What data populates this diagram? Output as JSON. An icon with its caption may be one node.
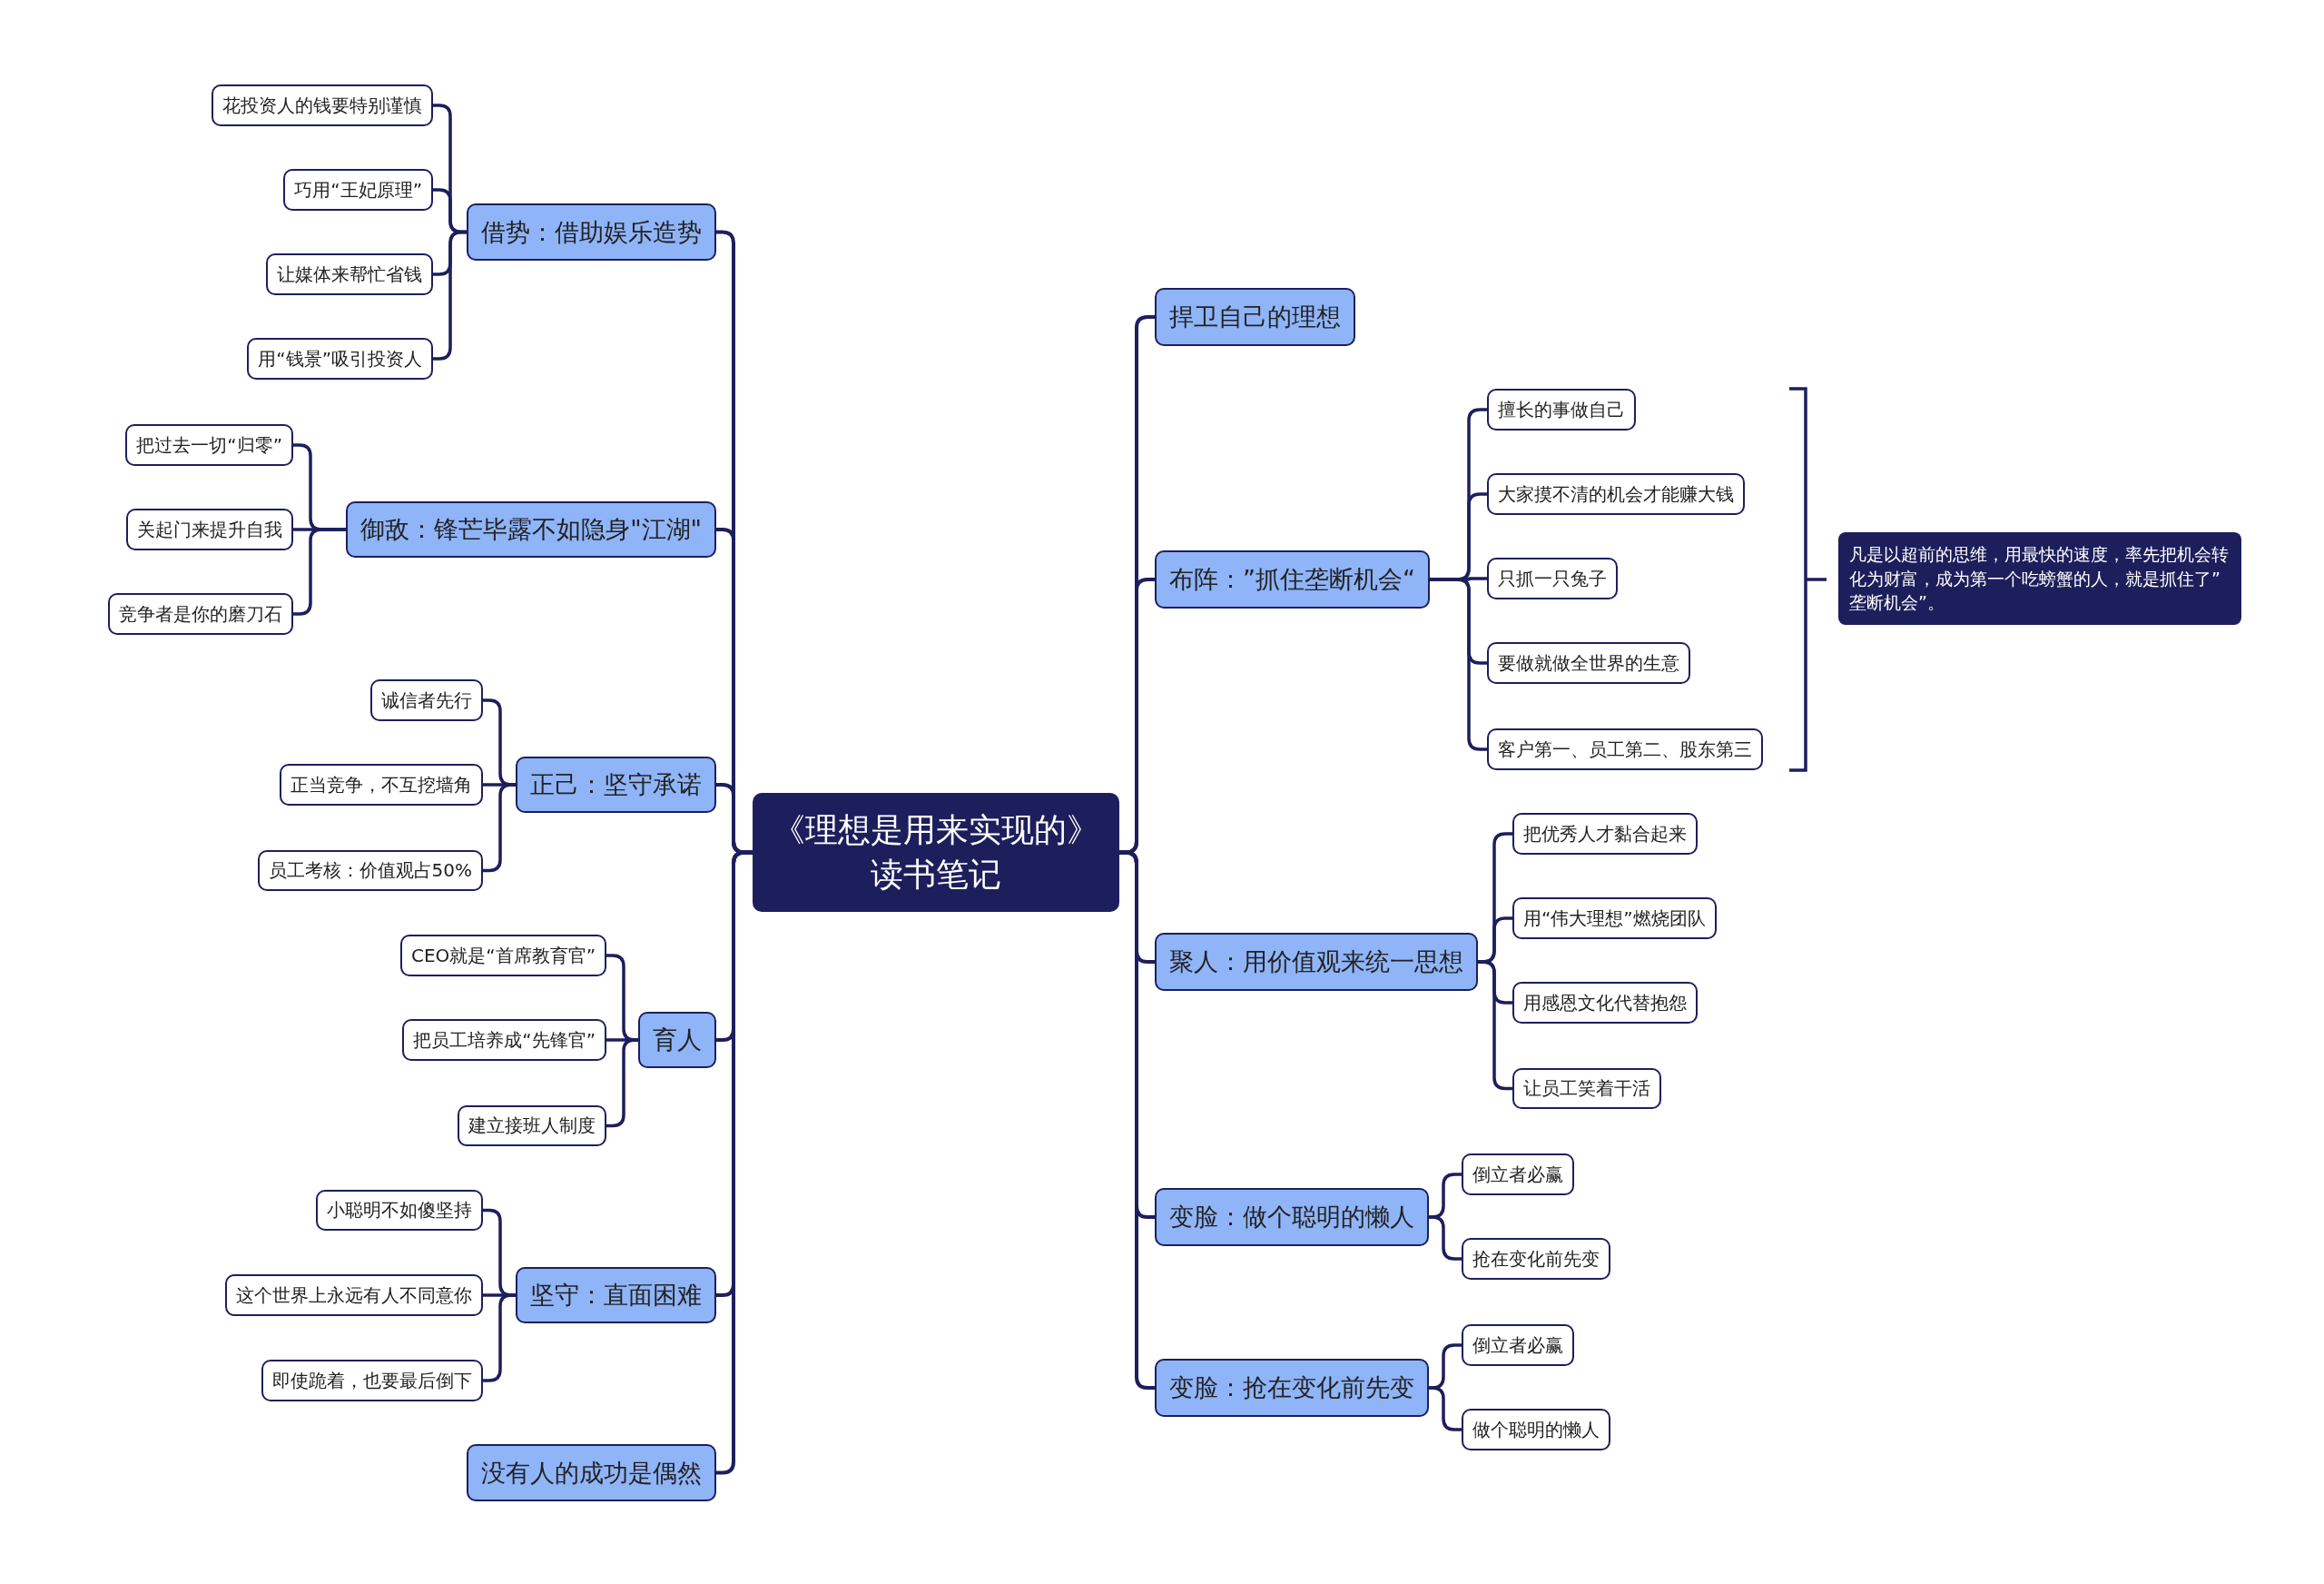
{
  "diagram": {
    "nodes": [
      {
        "text": [
          "《理想是用来实现的》读书笔记"
        ]
      },
      {
        "text": [
          "借势：借助娱乐造势"
        ]
      },
      {
        "text": [
          "花投资人的钱要特别谨慎"
        ]
      },
      {
        "text": [
          "巧用“王妃原理”"
        ]
      },
      {
        "text": [
          "让媒体来帮忙省钱"
        ]
      },
      {
        "text": [
          "用“钱景”吸引投资人"
        ]
      },
      {
        "text": [
          "御敌：锋芒毕露不如隐身\"江湖\""
        ]
      },
      {
        "text": [
          "把过去一切“归零”"
        ]
      },
      {
        "text": [
          "关起门来提升自我"
        ]
      },
      {
        "text": [
          "竞争者是你的磨刀石"
        ]
      },
      {
        "text": [
          "正己：坚守承诺"
        ]
      },
      {
        "text": [
          "诚信者先行"
        ]
      },
      {
        "text": [
          "正当竞争，不互挖墙角"
        ]
      },
      {
        "text": [
          "员工考核：价值观占50%"
        ]
      },
      {
        "text": [
          "育人"
        ]
      },
      {
        "text": [
          "CEO就是“首席教育官”"
        ]
      },
      {
        "text": [
          "把员工培养成“先锋官”"
        ]
      },
      {
        "text": [
          "建立接班人制度"
        ]
      },
      {
        "text": [
          "坚守：直面困难"
        ]
      },
      {
        "text": [
          "小聪明不如傻坚持"
        ]
      },
      {
        "text": [
          "这个世界上永远有人不同意你"
        ]
      },
      {
        "text": [
          "即使跪着，也要最后倒下"
        ]
      },
      {
        "text": [
          "没有人的成功是偶然"
        ]
      },
      {
        "text": [
          "捍卫自己的理想"
        ]
      },
      {
        "text": [
          "布阵：”抓住垄断机会“"
        ]
      },
      {
        "text": [
          "擅长的事做自己"
        ]
      },
      {
        "text": [
          "大家摸不清的机会才能赚大钱"
        ]
      },
      {
        "text": [
          "只抓一只兔子"
        ]
      },
      {
        "text": [
          "要做就做全世界的生意"
        ]
      },
      {
        "text": [
          "客户第一、员工第二、股东第三"
        ]
      },
      {
        "text": [
          "凡是以超前的思维，用最快的速度，率先把机会转化为财富，成为第一个吃螃蟹的人，就是抓住了” 垄断机会”。"
        ]
      },
      {
        "text": [
          "聚人：用价值观来统一思想"
        ]
      },
      {
        "text": [
          "把优秀人才黏合起来"
        ]
      },
      {
        "text": [
          "用“伟大理想”燃烧团队"
        ]
      },
      {
        "text": [
          "用感恩文化代替抱怨"
        ]
      },
      {
        "text": [
          "让员工笑着干活"
        ]
      },
      {
        "text": [
          "变脸：做个聪明的懒人"
        ]
      },
      {
        "text": [
          "倒立者必赢"
        ]
      },
      {
        "text": [
          "抢在变化前先变"
        ]
      },
      {
        "text": [
          "变脸：抢在变化前先变"
        ]
      },
      {
        "text": [
          "倒立者必赢"
        ]
      },
      {
        "text": [
          "做个聪明的懒人"
        ]
      }
    ],
    "edges": [
      {
        "from": 0,
        "to": 1,
        "arrow": "none"
      },
      {
        "from": 1,
        "to": 2,
        "arrow": "none"
      },
      {
        "from": 1,
        "to": 3,
        "arrow": "none"
      },
      {
        "from": 1,
        "to": 4,
        "arrow": "none"
      },
      {
        "from": 1,
        "to": 5,
        "arrow": "none"
      },
      {
        "from": 0,
        "to": 6,
        "arrow": "none"
      },
      {
        "from": 6,
        "to": 7,
        "arrow": "none"
      },
      {
        "from": 6,
        "to": 8,
        "arrow": "none"
      },
      {
        "from": 6,
        "to": 9,
        "arrow": "none"
      },
      {
        "from": 0,
        "to": 10,
        "arrow": "none"
      },
      {
        "from": 10,
        "to": 11,
        "arrow": "none"
      },
      {
        "from": 10,
        "to": 12,
        "arrow": "none"
      },
      {
        "from": 10,
        "to": 13,
        "arrow": "none"
      },
      {
        "from": 0,
        "to": 14,
        "arrow": "none"
      },
      {
        "from": 14,
        "to": 15,
        "arrow": "none"
      },
      {
        "from": 14,
        "to": 16,
        "arrow": "none"
      },
      {
        "from": 14,
        "to": 17,
        "arrow": "none"
      },
      {
        "from": 0,
        "to": 18,
        "arrow": "none"
      },
      {
        "from": 18,
        "to": 19,
        "arrow": "none"
      },
      {
        "from": 18,
        "to": 20,
        "arrow": "none"
      },
      {
        "from": 18,
        "to": 21,
        "arrow": "none"
      },
      {
        "from": 0,
        "to": 22,
        "arrow": "none"
      },
      {
        "from": 0,
        "to": 23,
        "arrow": "none"
      },
      {
        "from": 0,
        "to": 24,
        "arrow": "none"
      },
      {
        "from": 24,
        "to": 25,
        "arrow": "none"
      },
      {
        "from": 24,
        "to": 26,
        "arrow": "none"
      },
      {
        "from": 24,
        "to": 27,
        "arrow": "none"
      },
      {
        "from": 24,
        "to": 28,
        "arrow": "none"
      },
      {
        "from": 24,
        "to": 29,
        "arrow": "none"
      },
      {
        "from": 0,
        "to": 31,
        "arrow": "none"
      },
      {
        "from": 31,
        "to": 32,
        "arrow": "none"
      },
      {
        "from": 31,
        "to": 33,
        "arrow": "none"
      },
      {
        "from": 31,
        "to": 34,
        "arrow": "none"
      },
      {
        "from": 31,
        "to": 35,
        "arrow": "none"
      },
      {
        "from": 0,
        "to": 36,
        "arrow": "none"
      },
      {
        "from": 36,
        "to": 37,
        "arrow": "none"
      },
      {
        "from": 36,
        "to": 38,
        "arrow": "none"
      },
      {
        "from": 0,
        "to": 39,
        "arrow": "none"
      },
      {
        "from": 39,
        "to": 40,
        "arrow": "none"
      },
      {
        "from": 39,
        "to": 41,
        "arrow": "none"
      }
    ]
  }
}
